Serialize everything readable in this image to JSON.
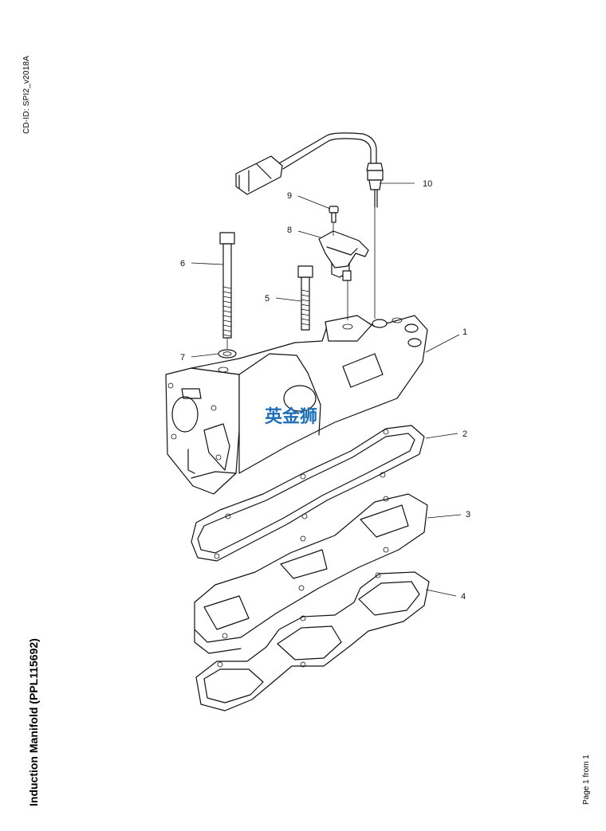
{
  "document": {
    "cd_id": "CD-ID: SPI2_v2018A",
    "title": "Induction Manifold (PPL115692)",
    "page_footer": "Page 1 from 1"
  },
  "watermark": {
    "text": "英金狮",
    "color": "#1f6fb5"
  },
  "callouts": {
    "c1": "1",
    "c2": "2",
    "c3": "3",
    "c4": "4",
    "c5": "5",
    "c6": "6",
    "c7": "7",
    "c8": "8",
    "c9": "9",
    "c10": "10"
  }
}
